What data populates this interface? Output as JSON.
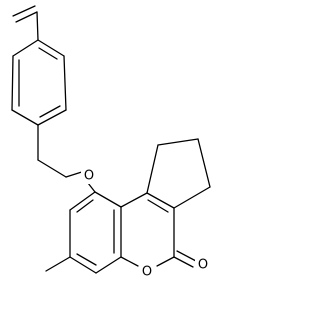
{
  "atoms": {
    "ether_oxygen": "O",
    "ring_oxygen": "O",
    "carbonyl_oxygen": "O"
  },
  "colors": {
    "bond": "#000000",
    "label": "#000000",
    "background": "#ffffff"
  }
}
